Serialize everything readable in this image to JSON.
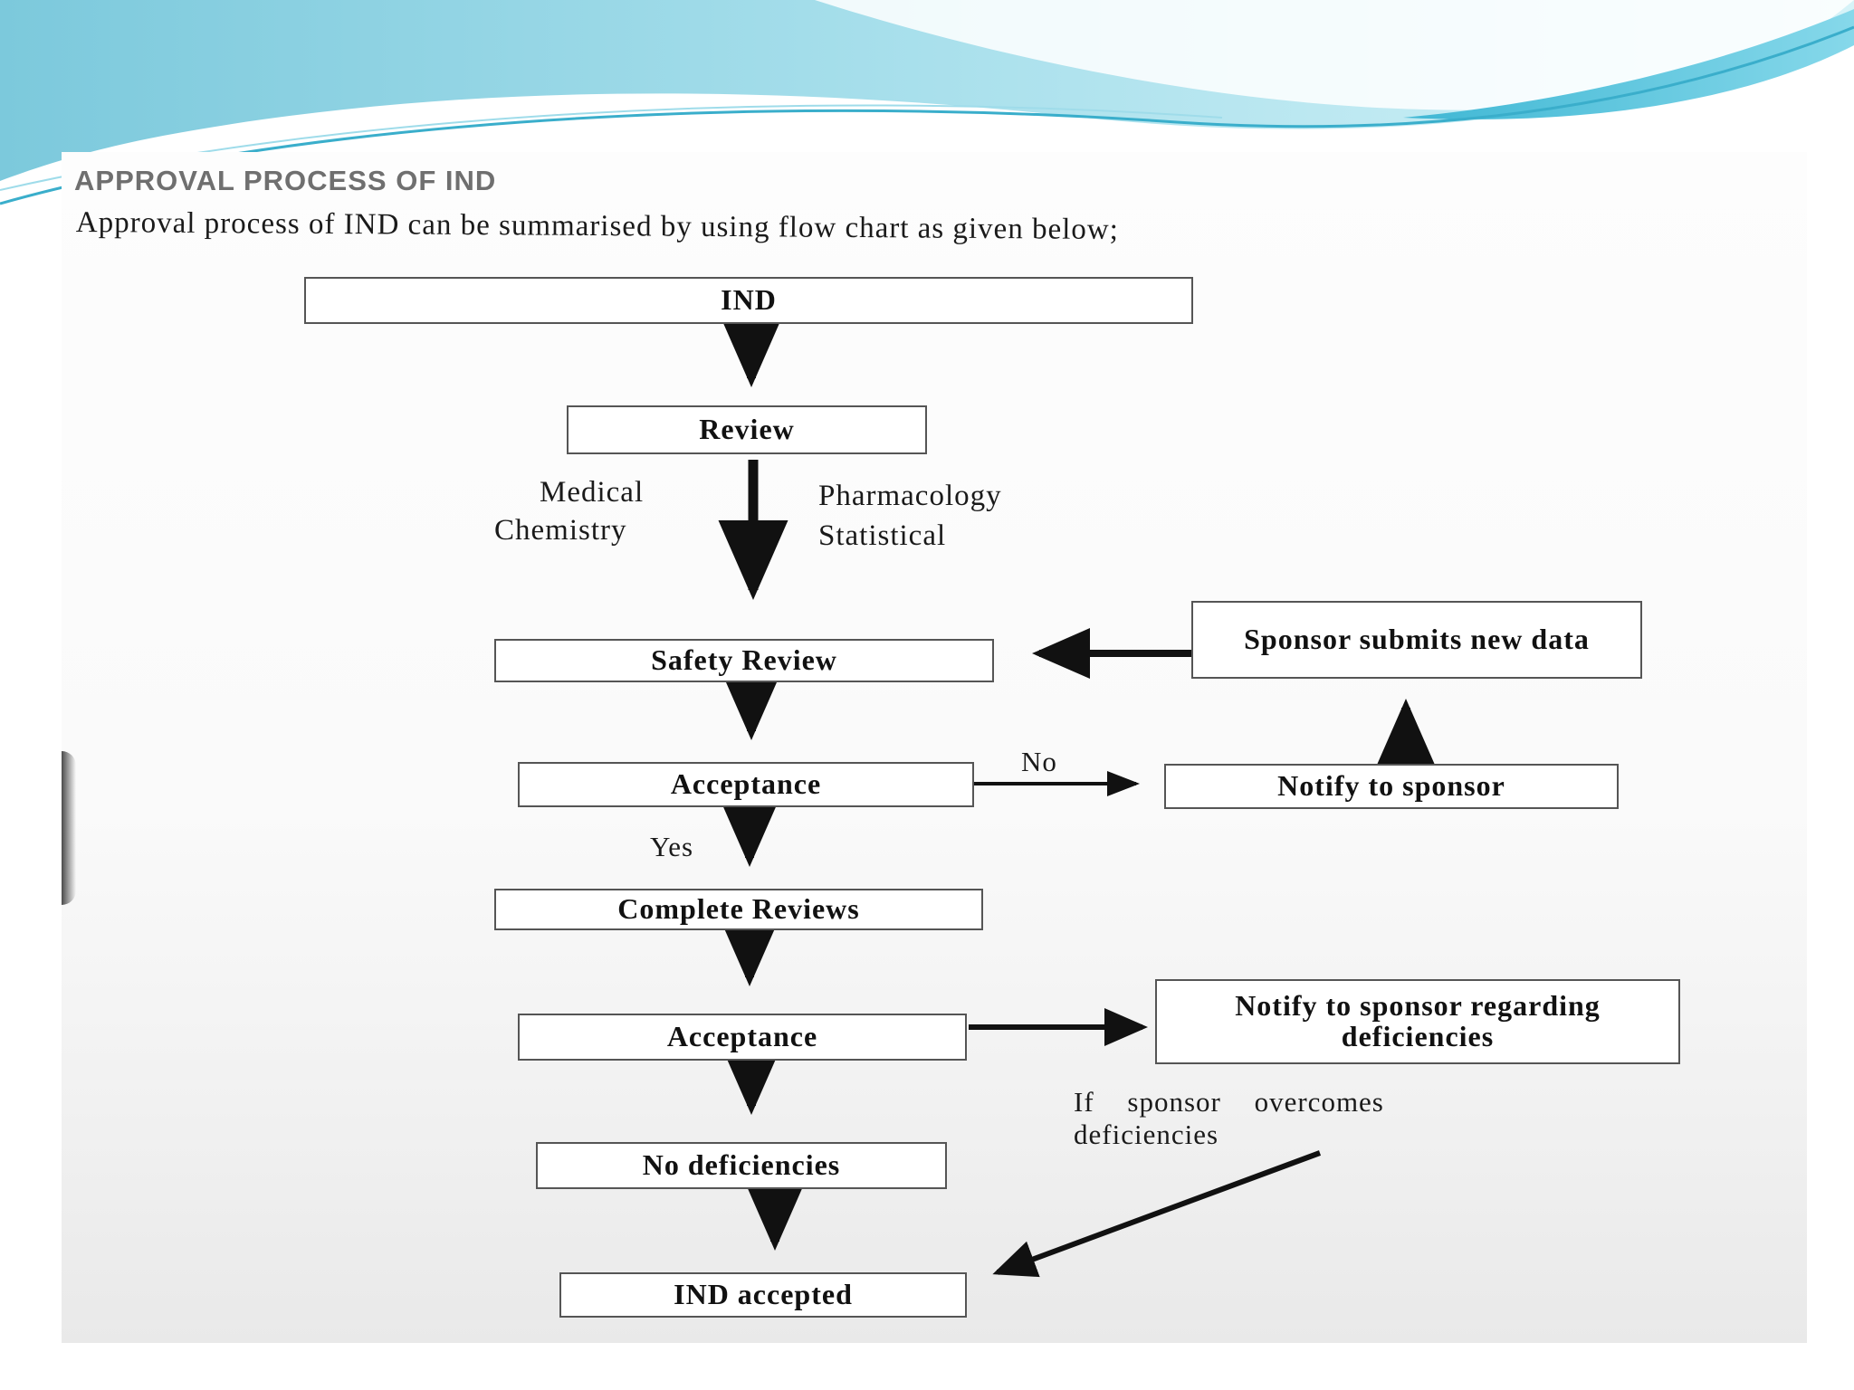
{
  "heading": "APPROVAL PROCESS OF IND",
  "intro": "Approval process of IND can be summarised by using flow chart as given below;",
  "nodes": {
    "ind": "IND",
    "review": "Review",
    "safety_review": "Safety Review",
    "sponsor_submits": "Sponsor submits new data",
    "acceptance_1": "Acceptance",
    "notify_sponsor": "Notify to sponsor",
    "complete_reviews": "Complete Reviews",
    "acceptance_2": "Acceptance",
    "notify_deficiencies": "Notify to sponsor regarding deficiencies",
    "no_deficiencies": "No deficiencies",
    "ind_accepted": "IND accepted"
  },
  "labels": {
    "medical": "Medical",
    "chemistry": "Chemistry",
    "pharmacology": "Pharmacology",
    "statistical": "Statistical",
    "no": "No",
    "yes": "Yes",
    "overcome_line1": "If sponsor overcomes",
    "overcome_line2": "deficiencies"
  },
  "colors": {
    "wave_dark": "#4cc3dc",
    "wave_light": "#bfeaf3",
    "arrow": "#111111"
  }
}
